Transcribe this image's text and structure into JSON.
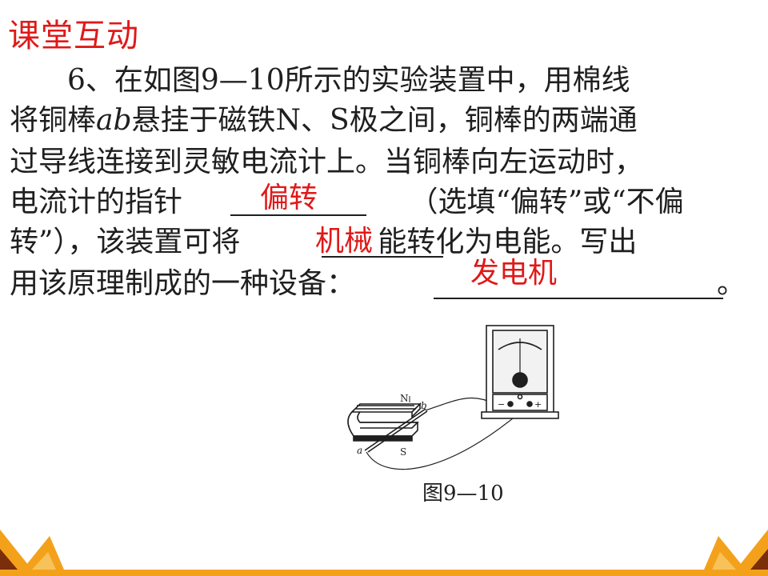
{
  "slide": {
    "title": "课堂互动"
  },
  "question": {
    "line1": "　　6、在如图9—10所示的实验装置中，用棉线",
    "line2_pre": "将铜棒",
    "line2_var": "ab",
    "line2_post": "悬挂于磁铁N、S极之间，铜棒的两端通",
    "line3": "过导线连接到灵敏电流计上。当铜棒向左运动时，",
    "line4_pre": "电流计的指针",
    "line4_post": "（选填“偏转”或“不偏",
    "line5_pre": "转”），该装置可将",
    "line5_post": "能转化为电能。写出",
    "line6_pre": "用该原理制成的一种设备：",
    "line6_post": "。"
  },
  "answers": {
    "a1": "偏转",
    "a2": "机械",
    "a3": "发电机"
  },
  "figure": {
    "label_n": "N",
    "label_s": "S",
    "label_a": "a",
    "label_b": "b",
    "caption": "图9—10",
    "minus_sign": "−",
    "plus_sign": "+"
  },
  "colors": {
    "title_red": "#e01919",
    "answer_red": "#e01919",
    "text": "#1f1f1f",
    "deco_orange": "#f3a11b",
    "deco_dark": "#7a2e0a"
  }
}
